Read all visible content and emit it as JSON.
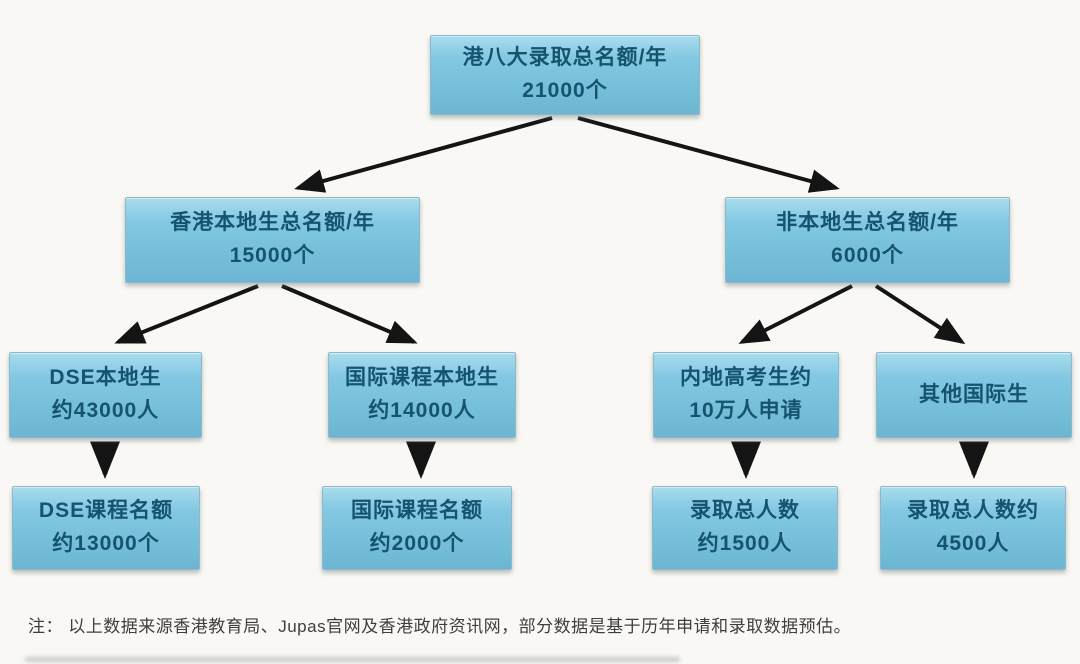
{
  "diagram": {
    "type": "flowchart",
    "nodes": {
      "root": {
        "line1": "港八大录取总名额/年",
        "line2": "21000个"
      },
      "local_total": {
        "line1": "香港本地生总名额/年",
        "line2": "15000个"
      },
      "nonlocal_total": {
        "line1": "非本地生总名额/年",
        "line2": "6000个"
      },
      "dse_local": {
        "line1": "DSE本地生",
        "line2": "约43000人"
      },
      "intl_local": {
        "line1": "国际课程本地生",
        "line2": "约14000人"
      },
      "mainland_gaokao": {
        "line1": "内地高考生约",
        "line2": "10万人申请"
      },
      "other_intl": {
        "line1": "其他国际生",
        "line2": ""
      },
      "dse_quota": {
        "line1": "DSE课程名额",
        "line2": "约13000个"
      },
      "intl_quota": {
        "line1": "国际课程名额",
        "line2": "约2000个"
      },
      "gaokao_admitted": {
        "line1": "录取总人数",
        "line2": "约1500人"
      },
      "other_admitted": {
        "line1": "录取总人数约",
        "line2": "4500人"
      }
    },
    "edges": [
      {
        "from": "root",
        "to": "local_total"
      },
      {
        "from": "root",
        "to": "nonlocal_total"
      },
      {
        "from": "local_total",
        "to": "dse_local"
      },
      {
        "from": "local_total",
        "to": "intl_local"
      },
      {
        "from": "nonlocal_total",
        "to": "mainland_gaokao"
      },
      {
        "from": "nonlocal_total",
        "to": "other_intl"
      },
      {
        "from": "dse_local",
        "to": "dse_quota"
      },
      {
        "from": "intl_local",
        "to": "intl_quota"
      },
      {
        "from": "mainland_gaokao",
        "to": "gaokao_admitted"
      },
      {
        "from": "other_intl",
        "to": "other_admitted"
      }
    ],
    "footnote": "注： 以上数据来源香港教育局、Jupas官网及香港政府资讯网，部分数据是基于历年申请和录取数据预估。",
    "colors": {
      "box_fill": "#7cc5e1",
      "box_text": "#15536f",
      "arrow": "#141414",
      "background": "#f9f8f4",
      "footnote_text": "#3e3e3e"
    }
  }
}
